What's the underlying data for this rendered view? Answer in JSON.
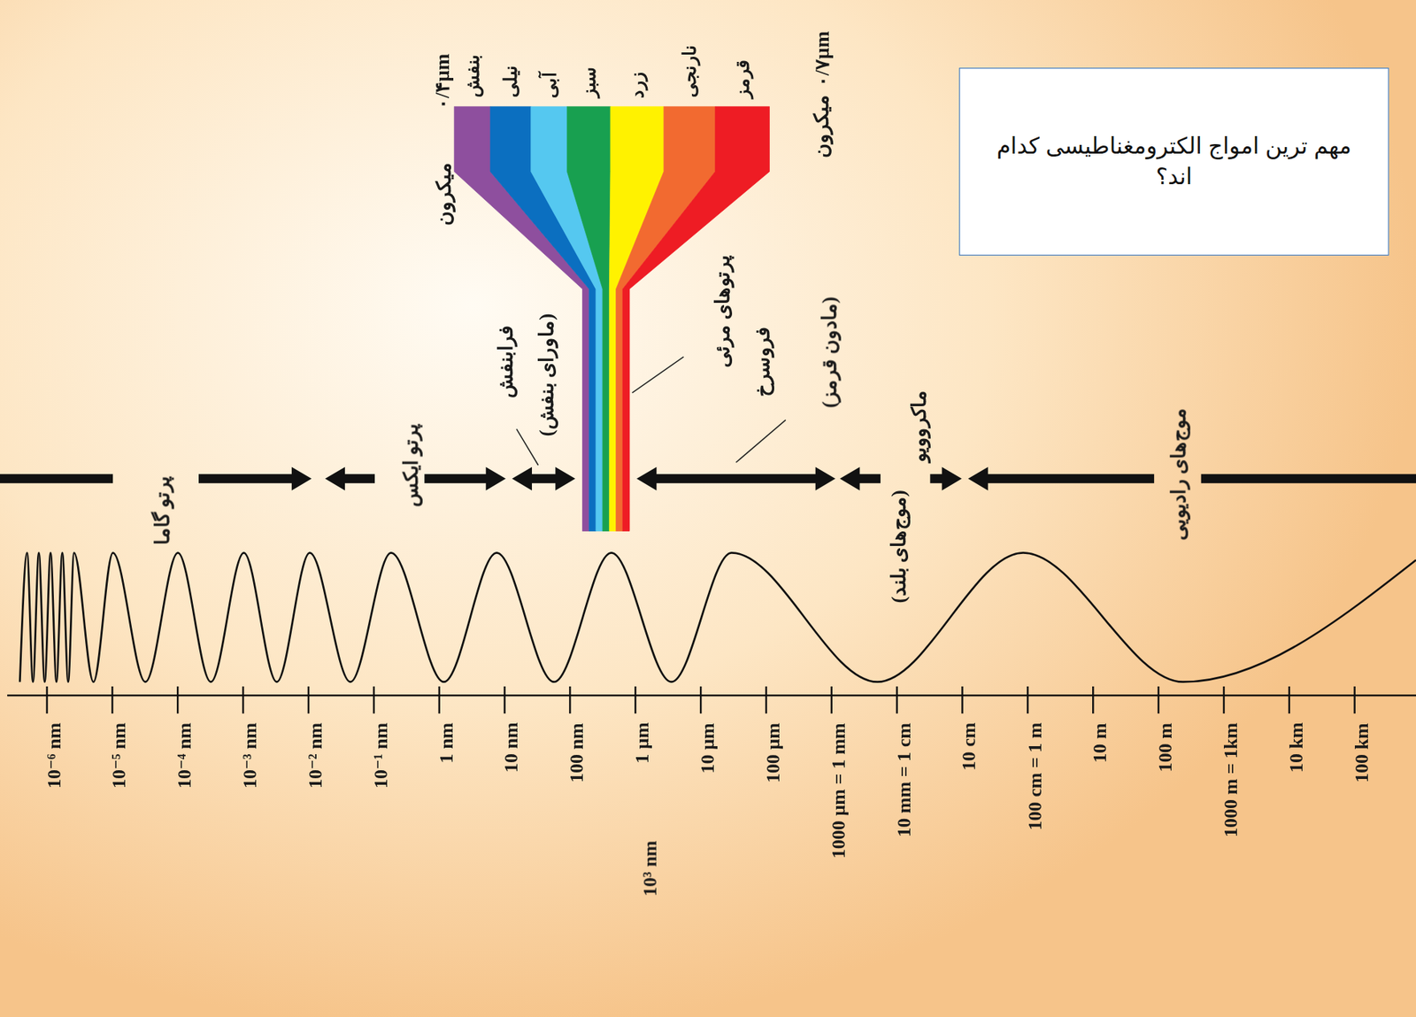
{
  "diagram": {
    "nodes": [
      {
        "text": [
          "مهم ترین امواج الکترومغناطیسی کدام اند؟"
        ]
      }
    ],
    "labels": [
      "۰/۴µm",
      "میکرون",
      "بنفش",
      "نیلی",
      "آبی",
      "سبز",
      "زرد",
      "نارنجی",
      "قرمز",
      "۰/۷µm",
      "میکرون",
      "پرتو گاما",
      "پرتو ایکس",
      "فرابنفش",
      "(ماورای بنفش)",
      "پرتوهای مرئی",
      "فروسرخ",
      "(مادون قرمز)",
      "ماکروویو",
      "(موج‌های بلند)",
      "موج‌های رادیویی",
      "10⁻⁶ nm",
      "10⁻⁵ nm",
      "10⁻⁴ nm",
      "10⁻³ nm",
      "10⁻² nm",
      "10⁻¹ nm",
      "1 nm",
      "10 nm",
      "100 nm",
      "1 µm",
      "10 µm",
      "100 µm",
      "1000 µm = 1 mm",
      "10 mm = 1 cm",
      "10 cm",
      "100 cm = 1 m",
      "10 m",
      "100 m",
      "1000 m = 1km",
      "10 km",
      "100 km",
      "10³ nm"
    ]
  }
}
